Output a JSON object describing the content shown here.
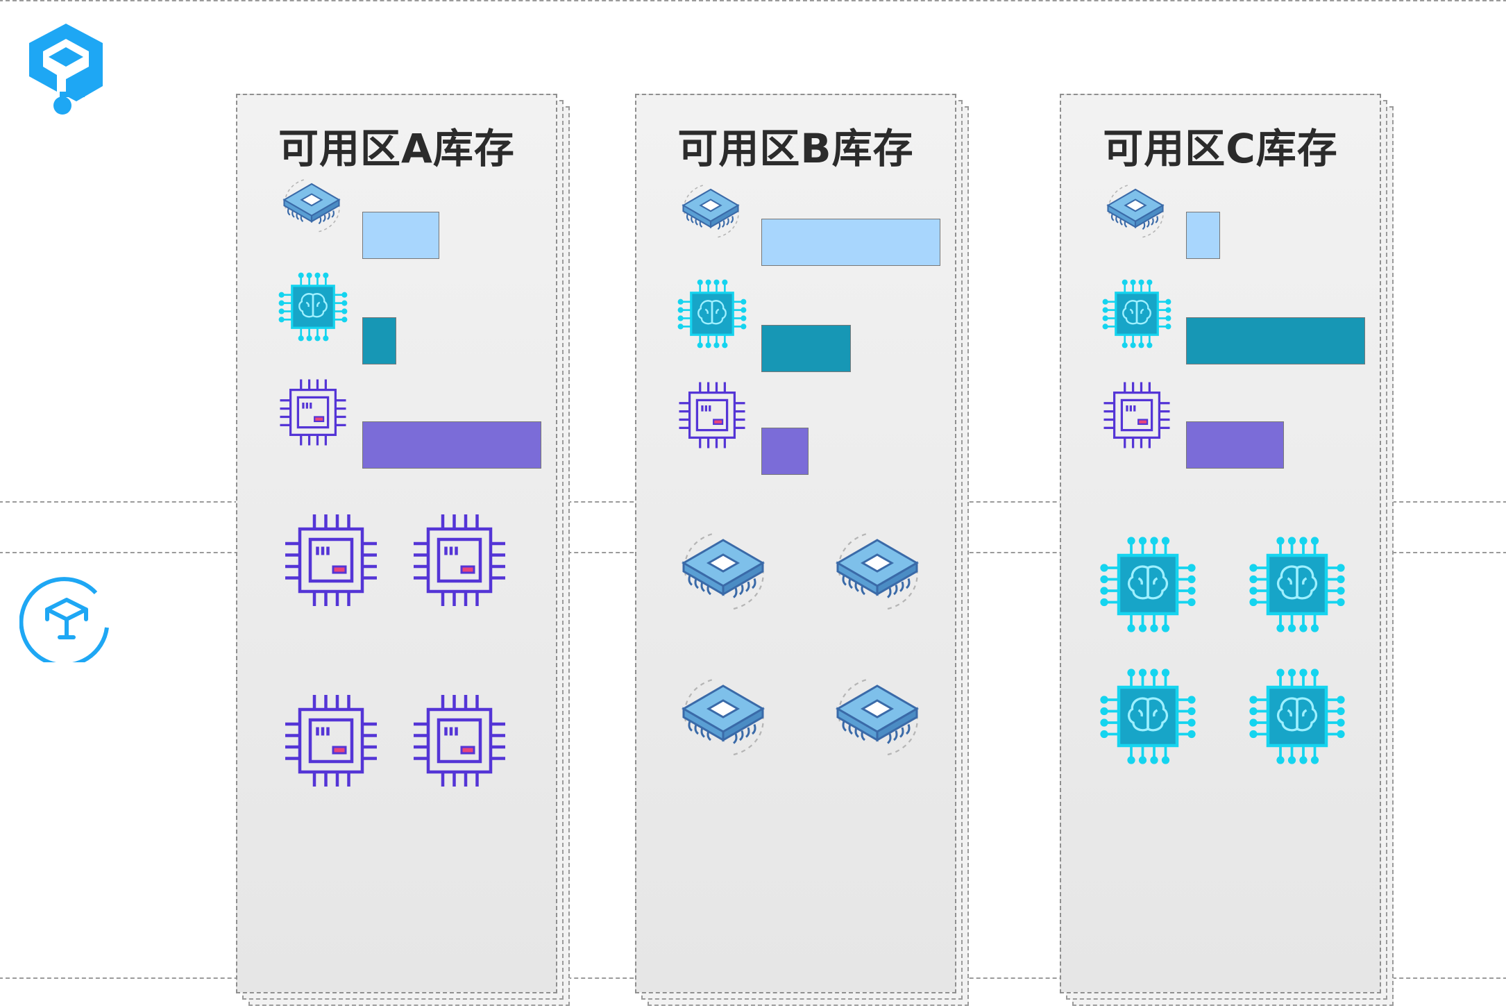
{
  "zones": [
    {
      "title": "可用区A库存",
      "inventory": [
        {
          "type": "cpu",
          "level": 0.18
        },
        {
          "type": "npu",
          "level": 0.08
        },
        {
          "type": "gpu",
          "level": 0.42
        }
      ],
      "instances": [
        "gpu",
        "gpu",
        "gpu",
        "gpu"
      ]
    },
    {
      "title": "可用区B库存",
      "inventory": [
        {
          "type": "cpu",
          "level": 0.42
        },
        {
          "type": "npu",
          "level": 0.21
        },
        {
          "type": "gpu",
          "level": 0.11
        }
      ],
      "instances": [
        "cpu",
        "cpu",
        "cpu",
        "cpu"
      ]
    },
    {
      "title": "可用区C库存",
      "inventory": [
        {
          "type": "cpu",
          "level": 0.08
        },
        {
          "type": "npu",
          "level": 0.42
        },
        {
          "type": "gpu",
          "level": 0.23
        }
      ],
      "instances": [
        "npu",
        "npu",
        "npu",
        "npu"
      ]
    }
  ],
  "colors": {
    "cpu": "#a8d6fd",
    "npu": "#1797b5",
    "gpu": "#7b6cd8",
    "brand": "#1ea7f4",
    "border": "#9a9a9a"
  },
  "icons": {
    "logo": "cube-logo-icon",
    "scheduler": "cube-circle-icon",
    "cpu": "cpu-chip-icon",
    "npu": "ai-brain-chip-icon",
    "gpu": "gpu-chip-icon"
  }
}
